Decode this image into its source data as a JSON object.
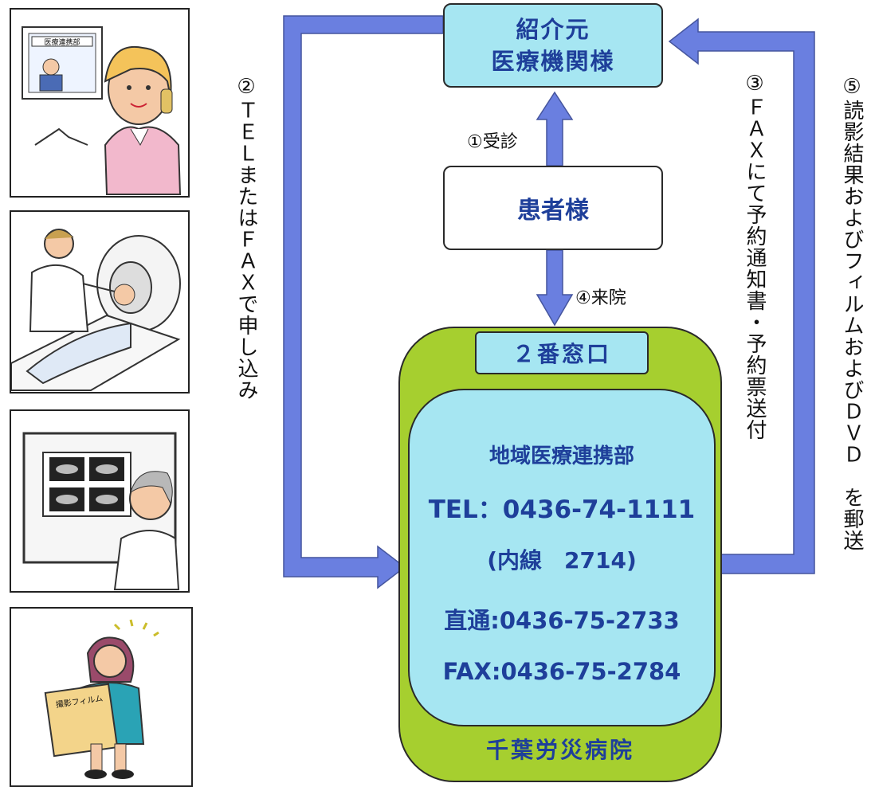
{
  "illustrations": [
    {
      "name": "phone-call",
      "sign_text": "医療連携部"
    },
    {
      "name": "mri-scan"
    },
    {
      "name": "film-reading"
    },
    {
      "name": "film-delivery",
      "film_label": "撮影フィルム"
    }
  ],
  "referrer": {
    "line1": "紹介元",
    "line2": "医療機関様"
  },
  "patient": {
    "label": "患者様"
  },
  "window": {
    "label": "２番窓口"
  },
  "department": {
    "name": "地域医療連携部",
    "tel": "TEL：0436-74-1111",
    "ext": "(内線　2714)",
    "direct": "直通:0436-75-2733",
    "fax": "FAX:0436-75-2784"
  },
  "hospital": {
    "name": "千葉労災病院"
  },
  "steps": {
    "s1": "①受診",
    "s2": "②ＴＥＬまたはＦＡＸで申し込み",
    "s3": "③ＦＡＸにて予約通知書・予約票送付",
    "s4": "④来院",
    "s5": "⑤読影結果およびフィルムおよびＤＶＤ　を郵送"
  },
  "colors": {
    "arrow": "#6a7fe0",
    "box": "#a6e6f2",
    "hospital": "#a6cf2f",
    "text": "#1e3f9a"
  }
}
